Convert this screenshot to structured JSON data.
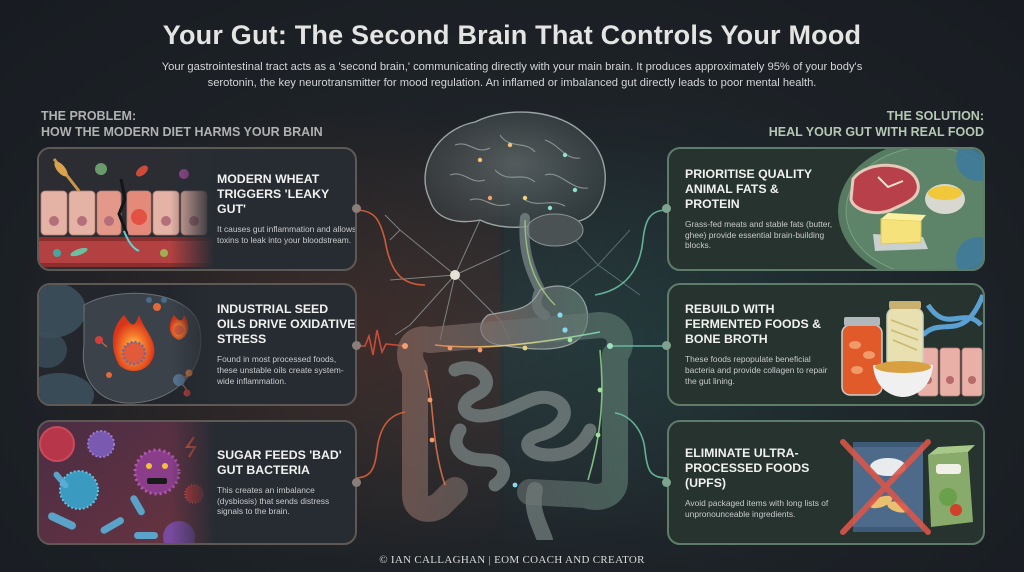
{
  "header": {
    "title": "Your Gut: The Second Brain That Controls Your Mood",
    "subtitle": "Your gastrointestinal tract acts as a 'second brain,' communicating directly with your main brain. It produces approximately 95% of your body's serotonin, the key neurotransmitter for mood regulation. An inflamed or imbalanced gut directly leads to poor mental health."
  },
  "problem": {
    "heading_line1": "THE PROBLEM:",
    "heading_line2": "HOW THE MODERN DIET HARMS YOUR BRAIN",
    "cards": [
      {
        "title": "MODERN WHEAT TRIGGERS 'LEAKY GUT'",
        "body": "It causes gut inflammation and allows toxins to leak into your bloodstream.",
        "illustration": "leaky-gut-intestinal-wall"
      },
      {
        "title": "INDUSTRIAL SEED OILS DRIVE OXIDATIVE STRESS",
        "body": "Found in most processed foods, these unstable oils create system-wide inflammation.",
        "illustration": "oxidative-stress-flames"
      },
      {
        "title": "SUGAR FEEDS 'BAD' GUT BACTERIA",
        "body": "This creates an imbalance (dysbiosis) that sends distress signals to the brain.",
        "illustration": "angry-bacteria"
      }
    ]
  },
  "solution": {
    "heading_line1": "THE SOLUTION:",
    "heading_line2": "HEAL YOUR GUT WITH REAL FOOD",
    "cards": [
      {
        "title": "PRIORITISE QUALITY ANIMAL FATS & PROTEIN",
        "body": "Grass-fed meats and stable fats (butter, ghee) provide essential brain-building blocks.",
        "illustration": "steak-butter-ghee"
      },
      {
        "title": "REBUILD WITH FERMENTED FOODS & BONE BROTH",
        "body": "These foods repopulate beneficial bacteria and provide collagen to repair the gut lining.",
        "illustration": "fermented-jars-broth"
      },
      {
        "title": "ELIMINATE ULTRA-PROCESSED FOODS (UPFs)",
        "body": "Avoid packaged items with long lists of unpronounceable ingredients.",
        "illustration": "crossed-out-packaged-food"
      }
    ]
  },
  "center": {
    "illustration": "brain-gut-axis"
  },
  "footer": {
    "credit": "© IAN CALLAGHAN  |  EOM COACH AND CREATOR"
  },
  "colors": {
    "problem_accent": "#e8643a",
    "solution_accent": "#6fc7a8",
    "problem_border": "#5f5955",
    "solution_border": "#5f7c6b"
  }
}
